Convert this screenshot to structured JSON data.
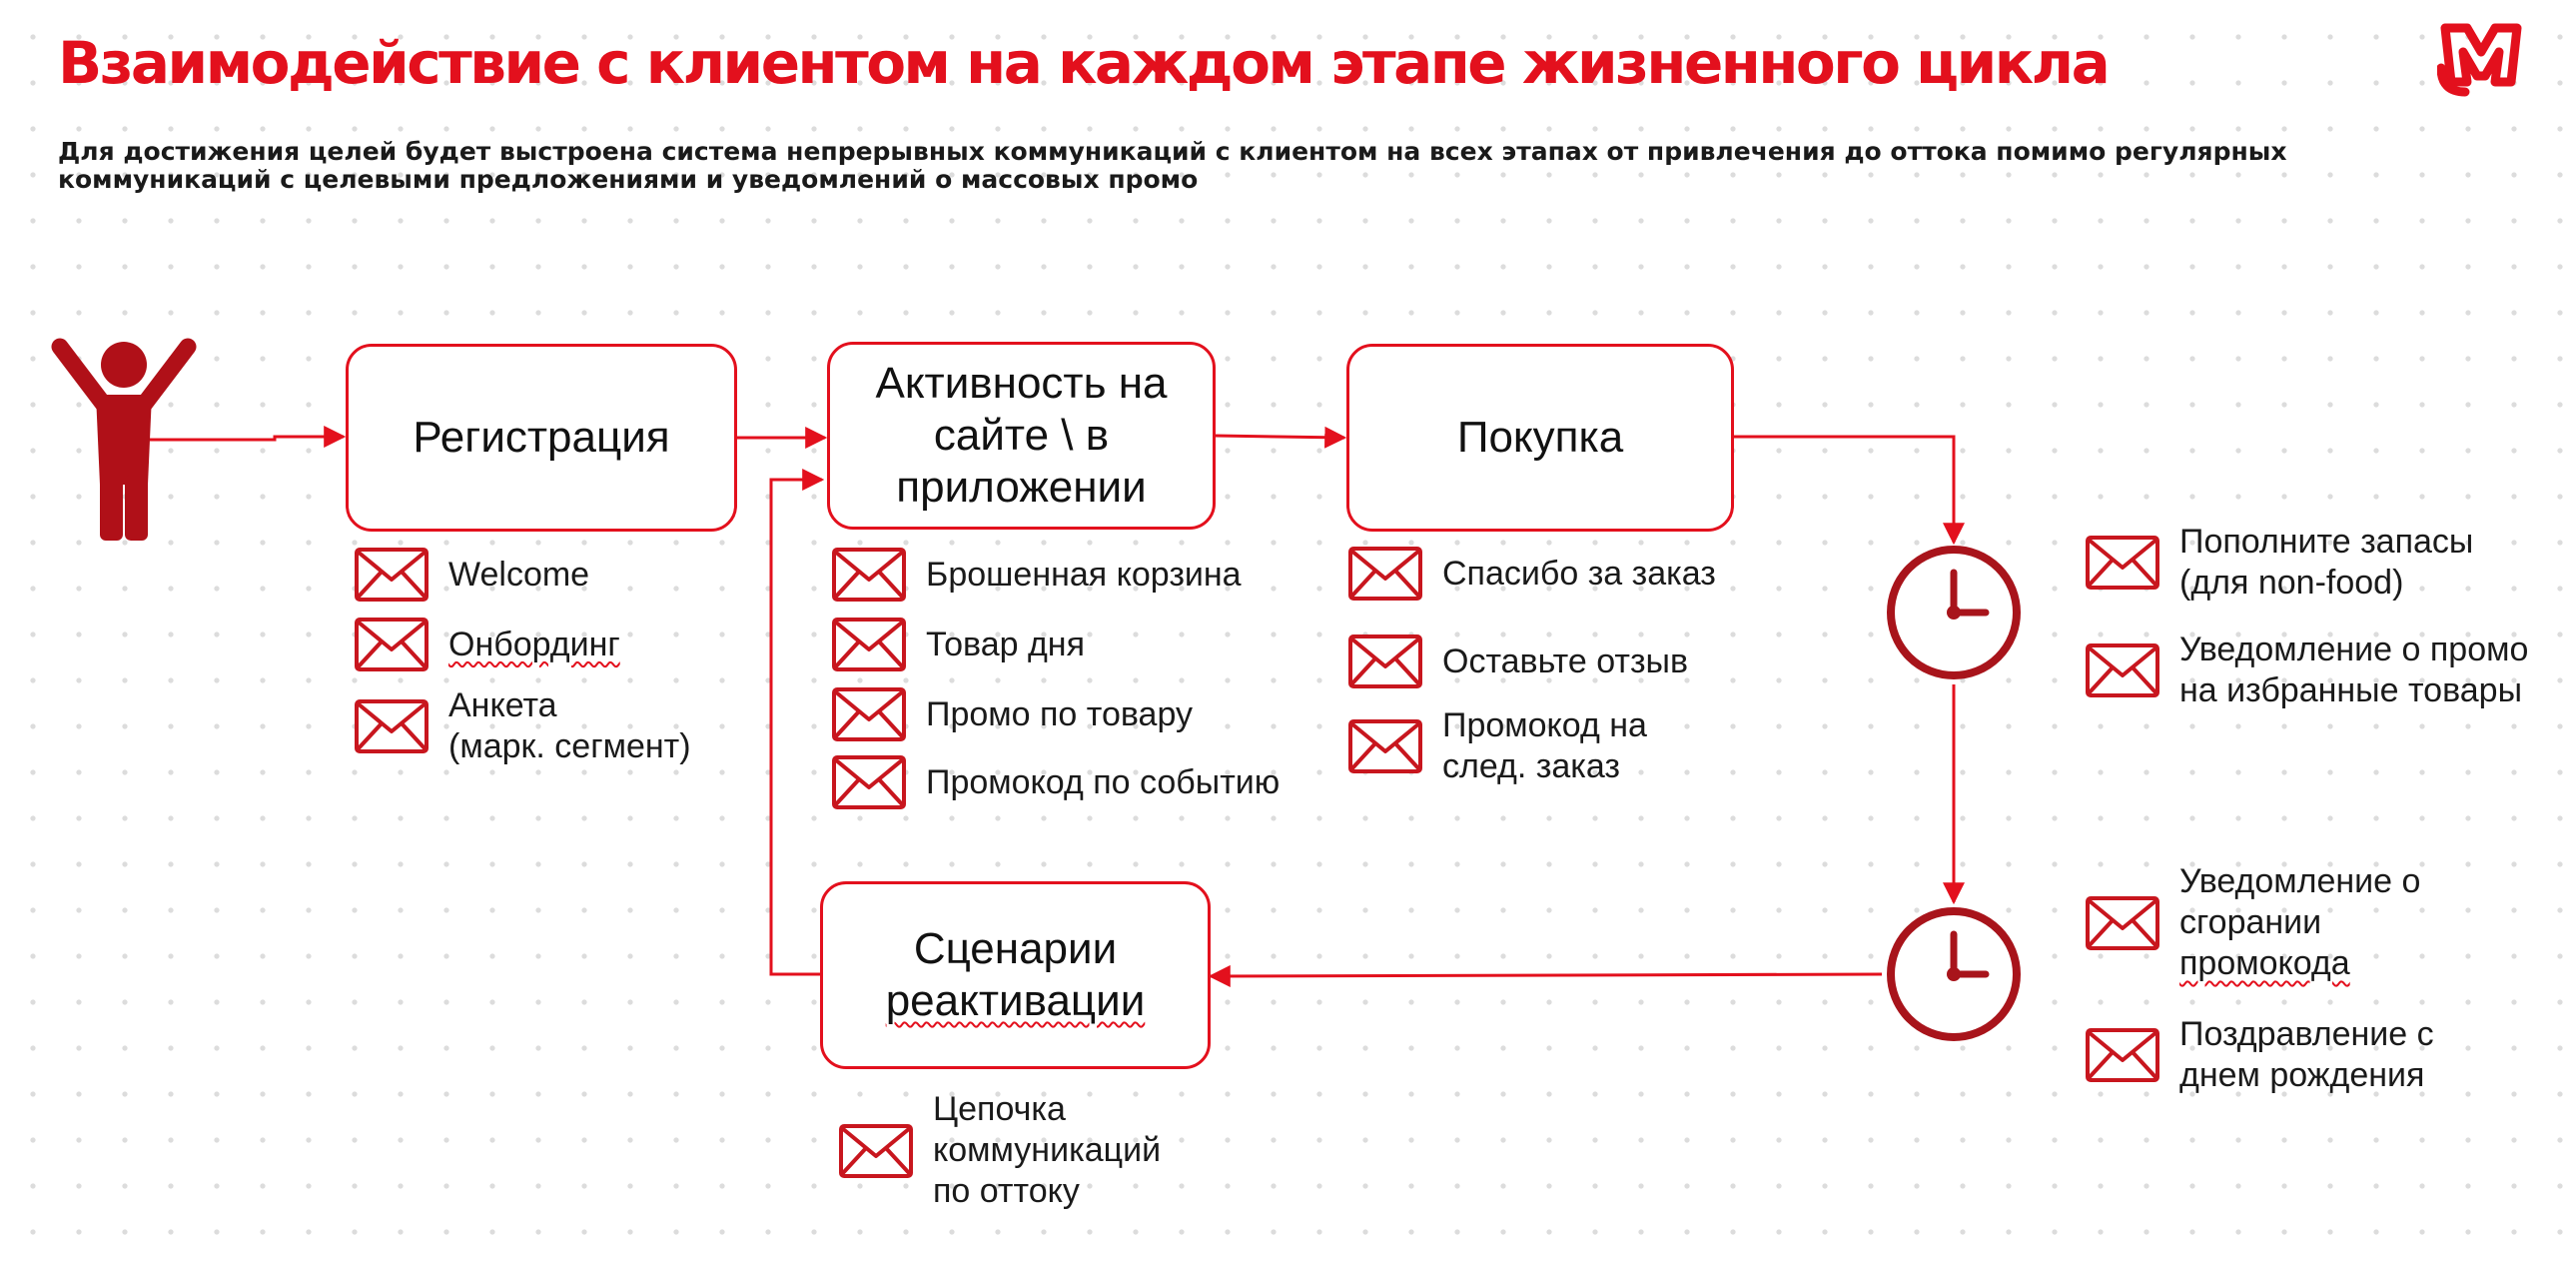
{
  "header": {
    "title": "Взаимодействие с клиентом на каждом этапе жизненного цикла",
    "subtitle": "Для достижения целей будет выстроена система непрерывных коммуникаций с клиентом на всех этапах от привлечения до оттока помимо регулярных коммуникаций с целевыми предложениями и уведомлений о массовых промо"
  },
  "colors": {
    "accent": "#e3101d",
    "figure": "#b01018",
    "clock": "#a8141b"
  },
  "icons": {
    "logo": "magnit-logo-icon",
    "customer": "person-icon",
    "message": "envelope-icon",
    "timer": "clock-icon"
  },
  "stages": {
    "registration": "Регистрация",
    "activity": "Активность на сайте \\ в приложении",
    "purchase": "Покупка",
    "reactivation": "Сценарии реактивации"
  },
  "messages": {
    "registration": [
      "Welcome",
      "Онбординг",
      "Анкета\n(марк. сегмент)"
    ],
    "activity": [
      "Брошенная корзина",
      "Товар дня",
      "Промо по товару",
      "Промокод по событию"
    ],
    "purchase": [
      "Спасибо за заказ",
      "Оставьте отзыв",
      "Промокод на\nслед. заказ"
    ],
    "timer1": [
      "Пополните запасы\n(для non-food)",
      "Уведомление о промо\nна избранные товары"
    ],
    "timer2": [
      "Уведомление о\nсгорании\nпромокода",
      "Поздравление с\nднем рождения"
    ],
    "reactivation": [
      "Цепочка\nкоммуникаций\nпо оттоку"
    ]
  }
}
